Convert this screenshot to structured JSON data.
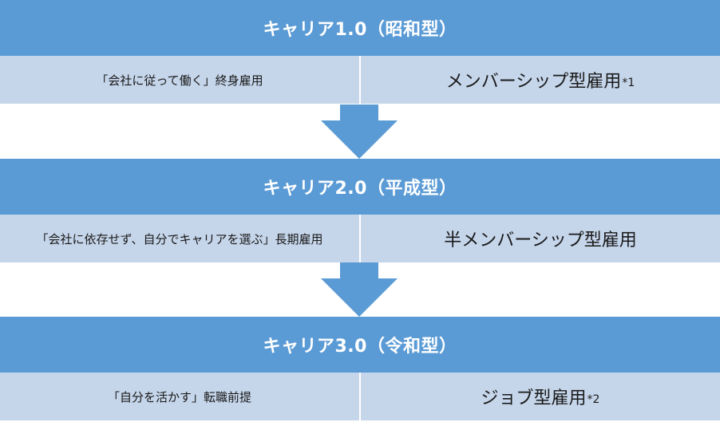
{
  "stages": [
    {
      "title": "キャリア1.0（昭和型）",
      "left": "「会社に従って働く」終身雇用",
      "right": "メンバーシップ型雇用",
      "note": "*1"
    },
    {
      "title": "キャリア2.0（平成型）",
      "left": "「会社に依存せず、自分でキャリアを選ぶ」長期雇用",
      "right": "半メンバーシップ型雇用",
      "note": ""
    },
    {
      "title": "キャリア3.0（令和型）",
      "left": "「自分を活かす」転職前提",
      "right": "ジョブ型雇用",
      "note": "*2"
    }
  ],
  "colors": {
    "header": "#5b9bd5",
    "row": "#c5d5ea",
    "arrow": "#5b9bd5"
  }
}
